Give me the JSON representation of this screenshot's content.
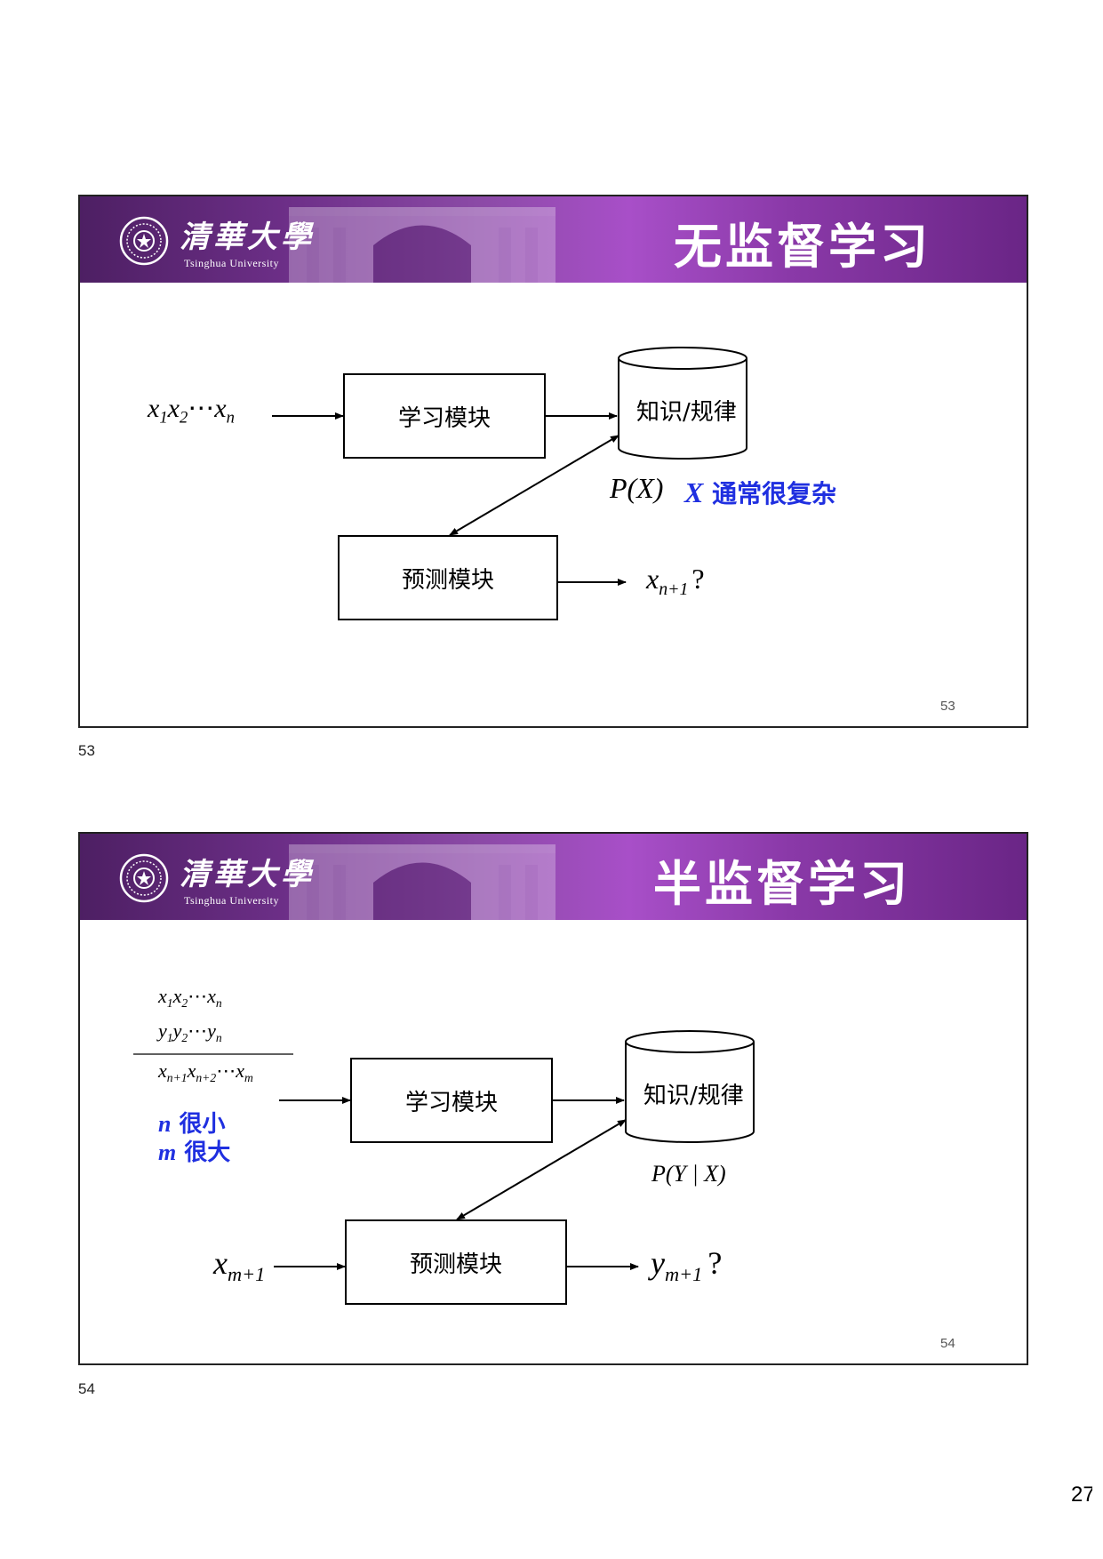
{
  "logo": {
    "name_cn": "清華大學",
    "name_en": "Tsinghua University"
  },
  "slides": [
    {
      "title": "无监督学习",
      "learn_box": "学习模块",
      "predict_box": "预测模块",
      "knowledge_cyl": "知识/规律",
      "input_seq": {
        "a": "x",
        "a_sub": "1",
        "b": "x",
        "b_sub": "2",
        "dots": "⋯",
        "c": "x",
        "c_sub": "n"
      },
      "prob": "P(X)",
      "note": {
        "var": "X",
        "text": "通常很复杂"
      },
      "output": {
        "var": "x",
        "sub": "n+1",
        "q": "?"
      },
      "slide_page": "53",
      "page_label": "53"
    },
    {
      "title": "半监督学习",
      "learn_box": "学习模块",
      "predict_box": "预测模块",
      "knowledge_cyl": "知识/规律",
      "rows": [
        {
          "a": "x",
          "a_sub": "1",
          "b": "x",
          "b_sub": "2",
          "dots": "⋯",
          "c": "x",
          "c_sub": "n"
        },
        {
          "a": "y",
          "a_sub": "1",
          "b": "y",
          "b_sub": "2",
          "dots": "⋯",
          "c": "y",
          "c_sub": "n"
        },
        {
          "a": "x",
          "a_sub": "n+1",
          "b": "x",
          "b_sub": "n+2",
          "dots": "⋯",
          "c": "x",
          "c_sub": "m"
        }
      ],
      "notes": [
        {
          "var": "n",
          "text": "很小"
        },
        {
          "var": "m",
          "text": "很大"
        }
      ],
      "prob": "P(Y | X)",
      "input": {
        "var": "x",
        "sub": "m+1"
      },
      "output": {
        "var": "y",
        "sub": "m+1",
        "q": "?"
      },
      "slide_page": "54",
      "page_label": "54"
    }
  ],
  "sheet_page": "27"
}
